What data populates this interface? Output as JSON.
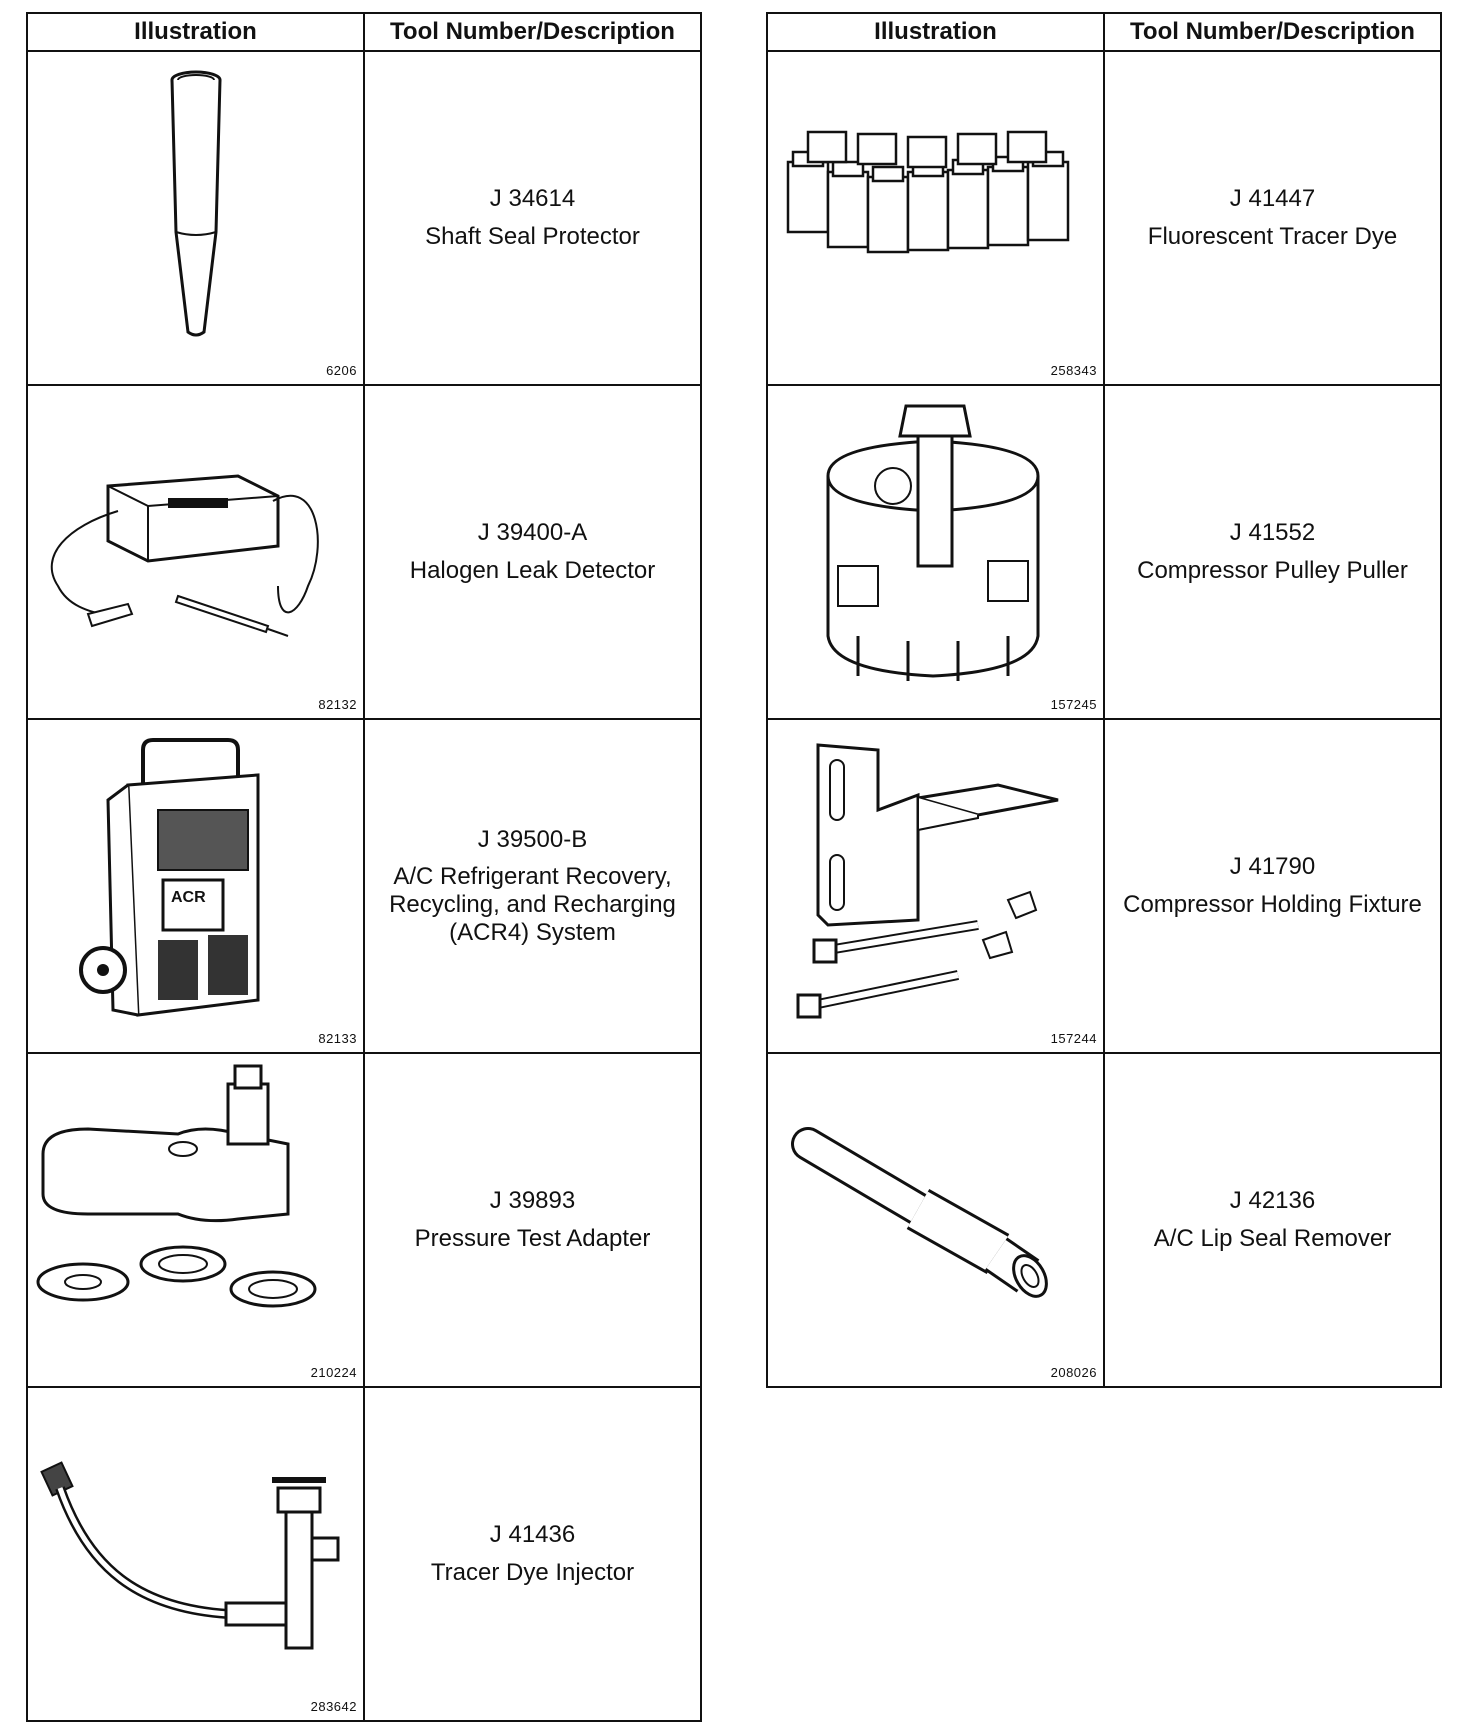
{
  "headers": {
    "illustration": "Illustration",
    "tool": "Tool Number/Description"
  },
  "left_tools": [
    {
      "fig": "6206",
      "number": "J 34614",
      "description": "Shaft Seal Protector",
      "icon": "shaft-seal-protector-icon"
    },
    {
      "fig": "82132",
      "number": "J 39400-A",
      "description": "Halogen Leak Detector",
      "icon": "halogen-leak-detector-icon"
    },
    {
      "fig": "82133",
      "number": "J 39500-B",
      "description": "A/C Refrigerant Recovery,\nRecycling, and Recharging\n(ACR4) System",
      "icon": "acr4-system-icon"
    },
    {
      "fig": "210224",
      "number": "J 39893",
      "description": "Pressure Test Adapter",
      "icon": "pressure-test-adapter-icon"
    },
    {
      "fig": "283642",
      "number": "J 41436",
      "description": "Tracer Dye Injector",
      "icon": "tracer-dye-injector-icon"
    }
  ],
  "right_tools": [
    {
      "fig": "258343",
      "number": "J 41447",
      "description": "Fluorescent Tracer Dye",
      "icon": "tracer-dye-bottles-icon"
    },
    {
      "fig": "157245",
      "number": "J 41552",
      "description": "Compressor Pulley Puller",
      "icon": "pulley-puller-icon"
    },
    {
      "fig": "157244",
      "number": "J 41790",
      "description": "Compressor Holding Fixture",
      "icon": "holding-fixture-icon"
    },
    {
      "fig": "208026",
      "number": "J 42136",
      "description": "A/C Lip Seal Remover",
      "icon": "lip-seal-remover-icon"
    }
  ]
}
